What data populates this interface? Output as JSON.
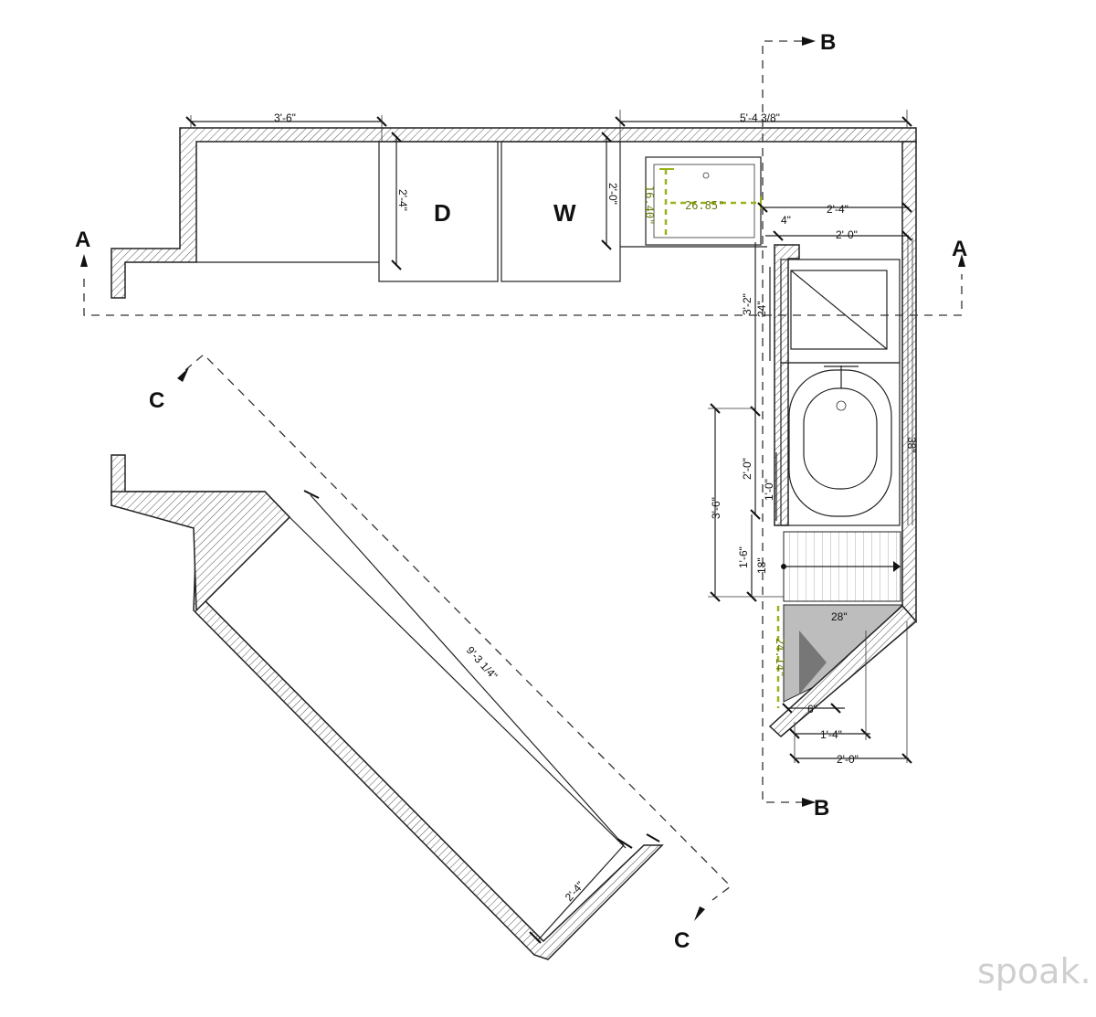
{
  "sections": {
    "a_left": "A",
    "a_right": "A",
    "b_top": "B",
    "b_bottom": "B",
    "c_top": "C",
    "c_bottom": "C"
  },
  "appliances": {
    "dryer": "D",
    "washer": "W"
  },
  "dimensions": {
    "top_left_width": "3'-6\"",
    "top_right_width": "5'-4 3/8\"",
    "appliance_depth_d": "2'-4\"",
    "appliance_depth_w": "2'-0\"",
    "sink_depth": "16.40\"",
    "sink_width": "26.85\"",
    "vanity_depth": "2'-4\"",
    "wall_offset": "4\"",
    "tub_zone_width": "2'-0\"",
    "shower_pan": "24\"",
    "upper_run": "3'-2\"",
    "tub_length_total": "38\"",
    "run_2_0": "2'-0\"",
    "run_1_0": "1'-0\"",
    "run_3_6": "3'-6\"",
    "run_1_6": "1'-6\"",
    "step_18": "18\"",
    "bottom_28": "28\"",
    "corner_depth": "24.14\"",
    "small_6": "6\"",
    "small_1_4": "1'-4\"",
    "bottom_2_0": "2'-0\"",
    "diag_length": "9'-3 1/4\"",
    "diag_depth": "2'-4\""
  },
  "watermark": "spoak."
}
